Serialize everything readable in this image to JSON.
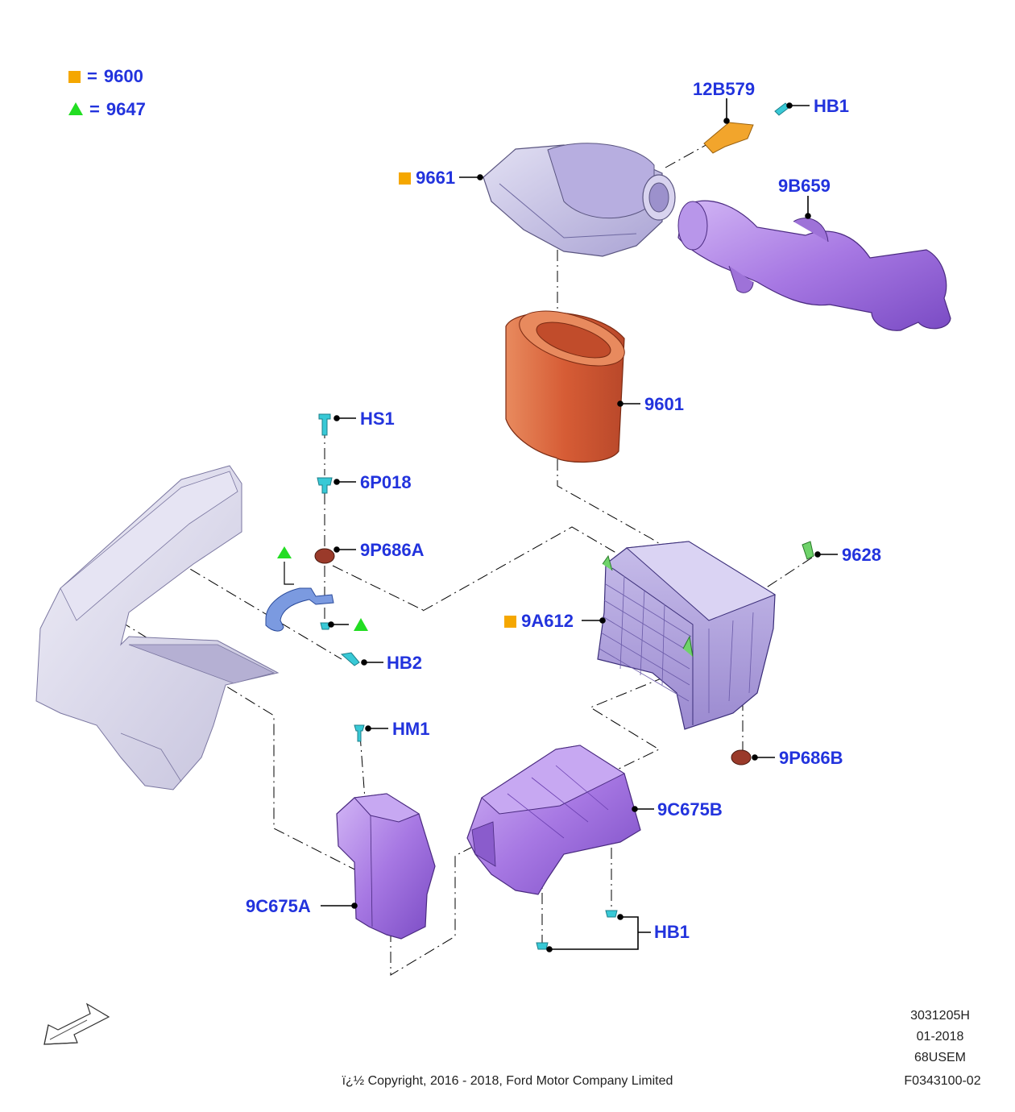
{
  "legend": [
    {
      "symbol": "square",
      "value": "9600"
    },
    {
      "symbol": "triangle",
      "value": "9647"
    }
  ],
  "labels": {
    "l_12B579": "12B579",
    "l_HB1_top": "HB1",
    "l_9661": "9661",
    "l_9B659": "9B659",
    "l_9601": "9601",
    "l_HS1": "HS1",
    "l_6P018": "6P018",
    "l_9P686A": "9P686A",
    "l_HB2": "HB2",
    "l_9628": "9628",
    "l_9A612": "9A612",
    "l_9P686B": "9P686B",
    "l_HM1": "HM1",
    "l_9C675B": "9C675B",
    "l_9C675A": "9C675A",
    "l_HB1_bottom": "HB1"
  },
  "reference": {
    "code": "3031205H",
    "date": "01-2018",
    "market": "68USEM",
    "figure": "F0343100-02"
  },
  "copyright": "ï¿½ Copyright, 2016 - 2018, Ford Motor Company Limited",
  "colors": {
    "label_blue": "#2233dd",
    "square_marker": "#f5a700",
    "triangle_marker": "#22dd22",
    "purple_part": "#a77ee0",
    "orange_filter": "#d9633f",
    "lavender_body": "#c9c4e6",
    "cyan_fastener": "#38c9d6"
  }
}
